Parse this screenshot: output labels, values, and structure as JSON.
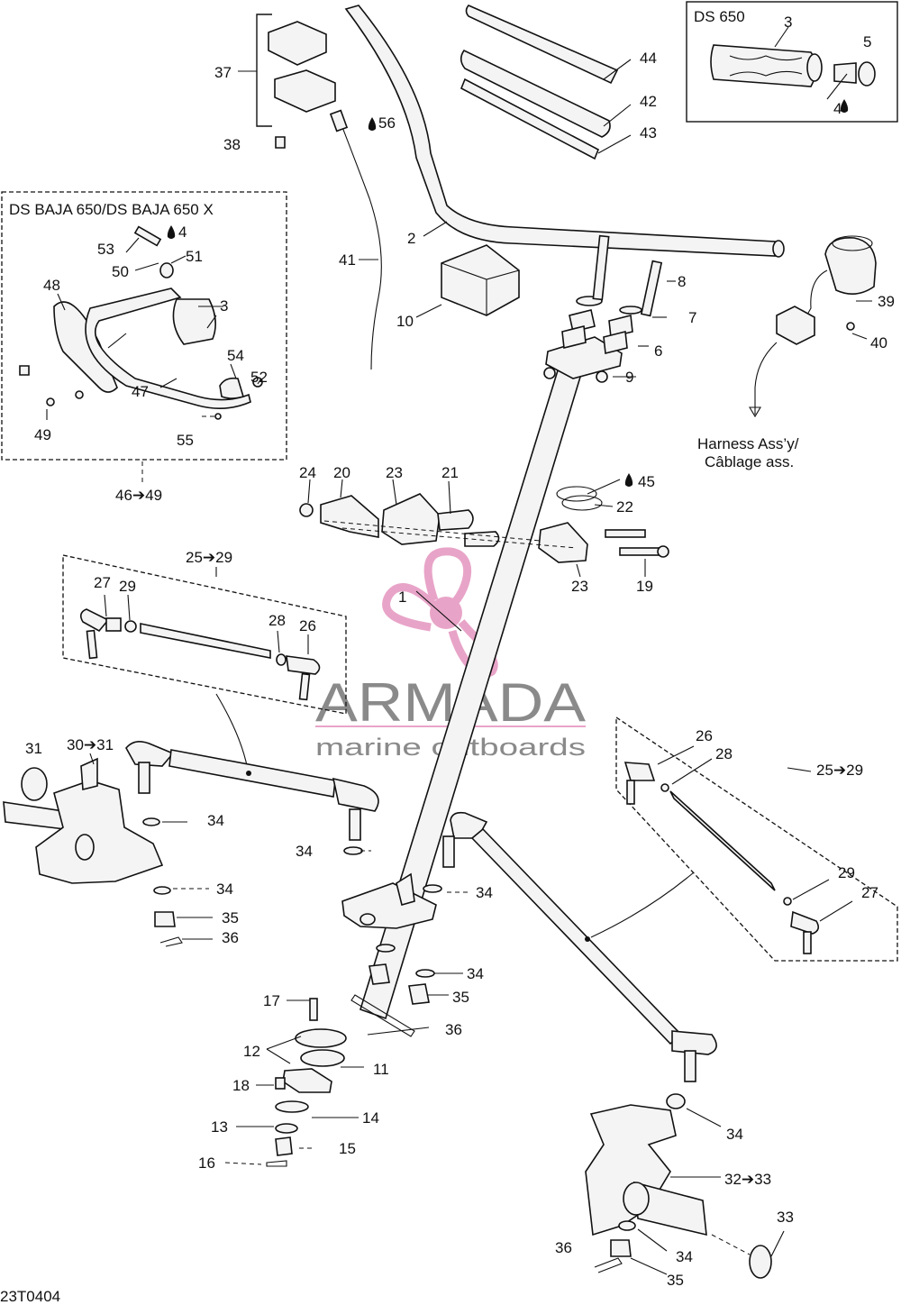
{
  "diagram": {
    "code": "23T0404",
    "watermark": {
      "brand": "ARMADA",
      "tagline": "marine outboards",
      "color": "#e8a4c8"
    },
    "boxes": {
      "ds650": "DS 650",
      "baja": "DS BAJA 650/DS BAJA 650 X",
      "baja_range": "46➔49",
      "tierod_upper_range": "25➔29",
      "tierod_right_range": "25➔29"
    },
    "harness": {
      "line1": "Harness Ass’y/",
      "line2": "Câblage ass."
    },
    "labels": [
      {
        "id": "l37",
        "t": "37"
      },
      {
        "id": "l38",
        "t": "38"
      },
      {
        "id": "l56",
        "t": "56"
      },
      {
        "id": "l44",
        "t": "44"
      },
      {
        "id": "l42",
        "t": "42"
      },
      {
        "id": "l43",
        "t": "43"
      },
      {
        "id": "l3a",
        "t": "3"
      },
      {
        "id": "l5",
        "t": "5"
      },
      {
        "id": "l4a",
        "t": "4"
      },
      {
        "id": "l2",
        "t": "2"
      },
      {
        "id": "l41",
        "t": "41"
      },
      {
        "id": "l10",
        "t": "10"
      },
      {
        "id": "l8",
        "t": "8"
      },
      {
        "id": "l7",
        "t": "7"
      },
      {
        "id": "l6",
        "t": "6"
      },
      {
        "id": "l9",
        "t": "9"
      },
      {
        "id": "l39",
        "t": "39"
      },
      {
        "id": "l40",
        "t": "40"
      },
      {
        "id": "l53",
        "t": "53"
      },
      {
        "id": "l4b",
        "t": "4"
      },
      {
        "id": "l50",
        "t": "50"
      },
      {
        "id": "l51",
        "t": "51"
      },
      {
        "id": "l48",
        "t": "48"
      },
      {
        "id": "l3b",
        "t": "3"
      },
      {
        "id": "l54",
        "t": "54"
      },
      {
        "id": "l52",
        "t": "52"
      },
      {
        "id": "l49",
        "t": "49"
      },
      {
        "id": "l47",
        "t": "47"
      },
      {
        "id": "l55",
        "t": "55"
      },
      {
        "id": "l24",
        "t": "24"
      },
      {
        "id": "l20",
        "t": "20"
      },
      {
        "id": "l23a",
        "t": "23"
      },
      {
        "id": "l21",
        "t": "21"
      },
      {
        "id": "l45",
        "t": "45"
      },
      {
        "id": "l22",
        "t": "22"
      },
      {
        "id": "l23b",
        "t": "23"
      },
      {
        "id": "l19",
        "t": "19"
      },
      {
        "id": "l27a",
        "t": "27"
      },
      {
        "id": "l29a",
        "t": "29"
      },
      {
        "id": "l28a",
        "t": "28"
      },
      {
        "id": "l26a",
        "t": "26"
      },
      {
        "id": "l1",
        "t": "1"
      },
      {
        "id": "l31",
        "t": "31"
      },
      {
        "id": "l3031",
        "t": "30➔31"
      },
      {
        "id": "l26b",
        "t": "26"
      },
      {
        "id": "l28b",
        "t": "28"
      },
      {
        "id": "l34a",
        "t": "34"
      },
      {
        "id": "l34b",
        "t": "34"
      },
      {
        "id": "l34c",
        "t": "34"
      },
      {
        "id": "l34d",
        "t": "34"
      },
      {
        "id": "l35a",
        "t": "35"
      },
      {
        "id": "l36a",
        "t": "36"
      },
      {
        "id": "l29b",
        "t": "29"
      },
      {
        "id": "l27b",
        "t": "27"
      },
      {
        "id": "l34e",
        "t": "34"
      },
      {
        "id": "l35b",
        "t": "35"
      },
      {
        "id": "l17",
        "t": "17"
      },
      {
        "id": "l36b",
        "t": "36"
      },
      {
        "id": "l12",
        "t": "12"
      },
      {
        "id": "l11",
        "t": "11"
      },
      {
        "id": "l18",
        "t": "18"
      },
      {
        "id": "l14",
        "t": "14"
      },
      {
        "id": "l13",
        "t": "13"
      },
      {
        "id": "l15",
        "t": "15"
      },
      {
        "id": "l16",
        "t": "16"
      },
      {
        "id": "l34f",
        "t": "34"
      },
      {
        "id": "l3233",
        "t": "32➔33"
      },
      {
        "id": "l33",
        "t": "33"
      },
      {
        "id": "l36c",
        "t": "36"
      },
      {
        "id": "l34g",
        "t": "34"
      },
      {
        "id": "l35c",
        "t": "35"
      }
    ]
  }
}
